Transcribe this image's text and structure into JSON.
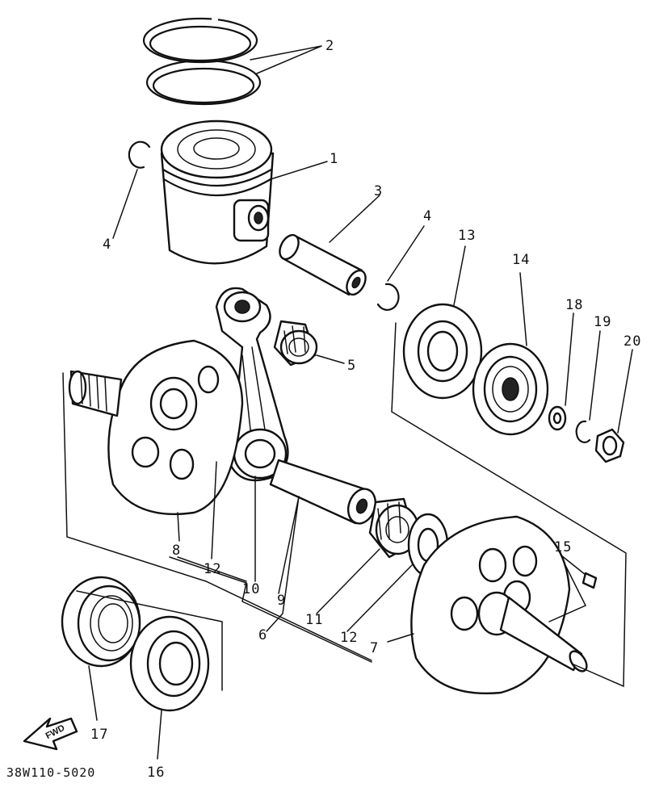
{
  "diagram": {
    "part_code": "38W110-5020",
    "direction_label": "FWD",
    "callouts": {
      "c1": "1",
      "c2": "2",
      "c3": "3",
      "c4a": "4",
      "c4b": "4",
      "c5": "5",
      "c6": "6",
      "c7": "7",
      "c8": "8",
      "c9": "9",
      "c10": "10",
      "c11": "11",
      "c12a": "12",
      "c12b": "12",
      "c13": "13",
      "c14": "14",
      "c15": "15",
      "c16": "16",
      "c17": "17",
      "c18": "18",
      "c19": "19",
      "c20": "20"
    }
  }
}
